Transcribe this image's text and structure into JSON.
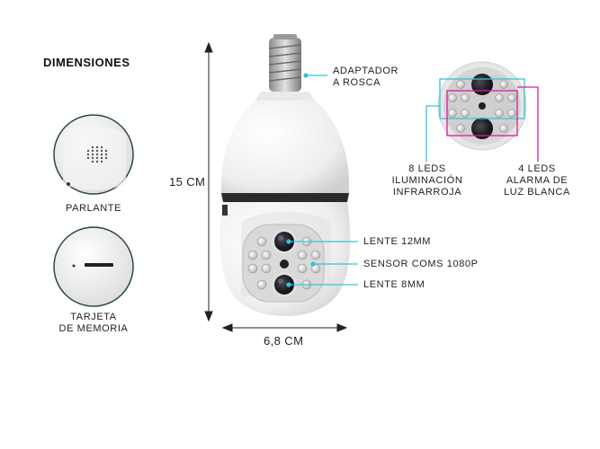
{
  "heading": "DIMENSIONES",
  "dimensions": {
    "height": "15 CM",
    "width": "6,8 CM"
  },
  "insets": {
    "speaker": "PARLANTE",
    "memory_card_line1": "TARJETA",
    "memory_card_line2": "DE MEMORIA"
  },
  "callouts": {
    "adapter_line1": "ADAPTADOR",
    "adapter_line2": "A ROSCA",
    "lens_12mm": "LENTE 12MM",
    "sensor": "SENSOR COMS 1080P",
    "lens_8mm": "LENTE 8MM"
  },
  "leds": {
    "ir_title": "8 LEDS",
    "ir_line1": "ILUMINACIÓN",
    "ir_line2": "INFRARROJA",
    "white_title": "4 LEDS",
    "white_line1": "ALARMA DE",
    "white_line2": "LUZ BLANCA"
  },
  "colors": {
    "callout_cyan": "#2fc6d6",
    "callout_magenta": "#d61f9b",
    "body_white": "#f4f4f4",
    "lens_dark": "#1d1d22"
  }
}
